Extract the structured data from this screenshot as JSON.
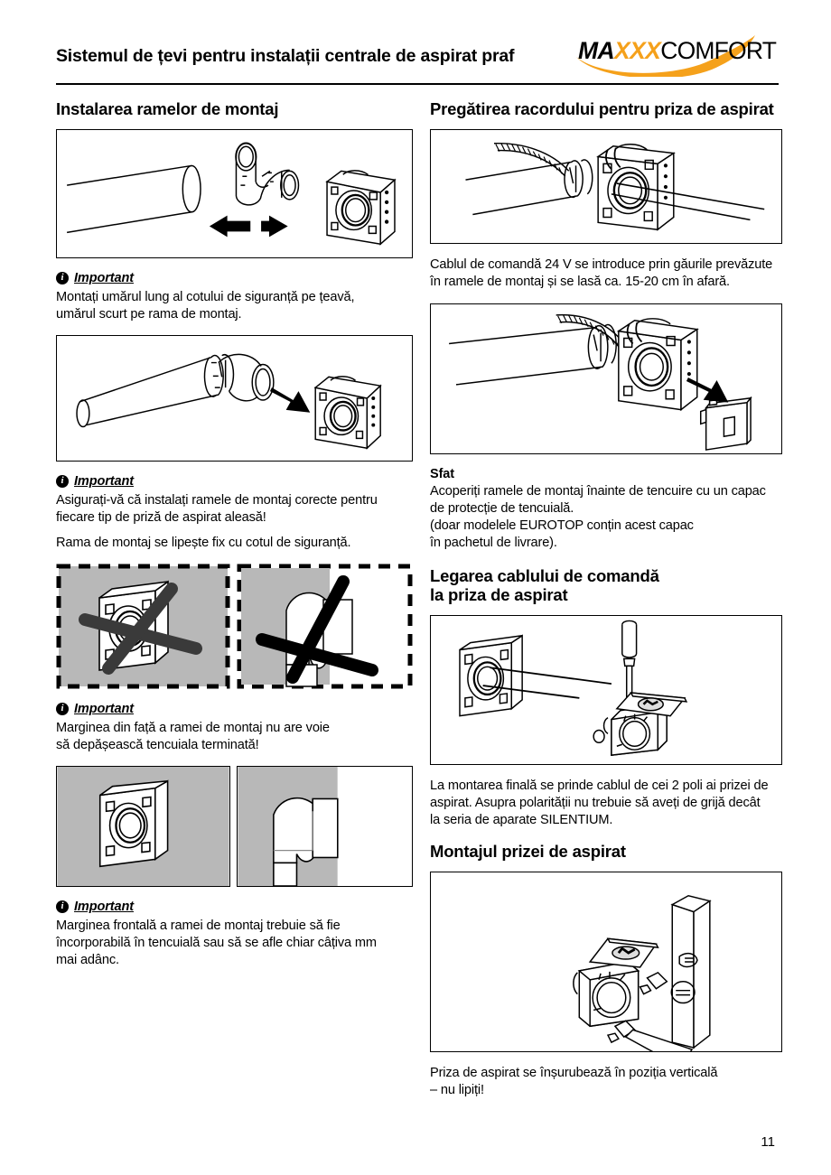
{
  "header": {
    "title": "Sistemul de țevi pentru instalații centrale de aspirat praf",
    "logo": {
      "part1": "MA",
      "part2": "XXX",
      "part3": "COMFORT"
    }
  },
  "left_column": {
    "section1": {
      "heading": "Instalarea ramelor de montaj",
      "figure_name": "pipe-elbow-mounting-frame-exploded",
      "note": {
        "icon": "info-icon",
        "label": "Important",
        "text": "Montați umărul lung al cotului de siguranță pe țeavă,\numărul scurt pe rama de montaj."
      }
    },
    "section2": {
      "figure_name": "pipe-with-elbow-and-frame-arrow",
      "note": {
        "icon": "info-icon",
        "label": "Important",
        "text1": "Asigurați-vă că instalați ramele de montaj corecte pentru\nfiecare tip de priză de aspirat aleasă!",
        "text2": "Rama de montaj se lipește fix cu cotul de siguranță."
      }
    },
    "section3": {
      "figure_left_name": "wrong-frame-protruding-crossed-out",
      "figure_right_name": "wrong-elbow-protruding-crossed-out",
      "note": {
        "icon": "info-icon",
        "label": "Important",
        "text": "Marginea din față a ramei de montaj nu are voie\nsă depășească tencuiala terminată!"
      }
    },
    "section4": {
      "figure_left_name": "frame-flush-in-plaster",
      "figure_right_name": "elbow-recessed-section-view",
      "note": {
        "icon": "info-icon",
        "label": "Important",
        "text": "Marginea frontală a ramei de montaj trebuie să fie\nîncorporabilă în tencuială sau să se afle chiar câțiva mm\nmai adânc."
      }
    }
  },
  "right_column": {
    "section1": {
      "heading": "Pregătirea racordului pentru priza de aspirat",
      "figure_name": "control-cable-through-mounting-frame",
      "text": "Cablul de comandă 24 V se introduce prin găurile prevăzute\nîn ramele de montaj și se lasă ca. 15-20 cm în afară."
    },
    "section2": {
      "figure_name": "plaster-protection-cap-insertion",
      "tip": {
        "label": "Sfat",
        "text": "Acoperiți ramele de montaj înainte de tencuire cu un capac\nde protecție de tencuială.\n(doar modelele EUROTOP conțin acest capac\nîn pachetul de livrare)."
      }
    },
    "section3": {
      "heading": "Legarea cablului de comandă\nla priza de aspirat",
      "figure_name": "connecting-cable-to-suction-socket",
      "text": "La montarea finală se prinde cablul de cei 2 poli ai prizei de\naspirat. Asupra polarității nu trebuie să aveți de grijă decât\nla seria de aparate SILENTIUM."
    },
    "section4": {
      "heading": "Montajul prizei de aspirat",
      "figure_name": "screwing-suction-socket-vertical",
      "text": "Priza de aspirat se înșurubează în poziția verticală\n– nu lipiți!"
    }
  },
  "footer": {
    "page_number": "11"
  },
  "colors": {
    "accent_orange": "#F5A11B",
    "gray_fill": "#B8B8B8",
    "line_black": "#000000"
  }
}
